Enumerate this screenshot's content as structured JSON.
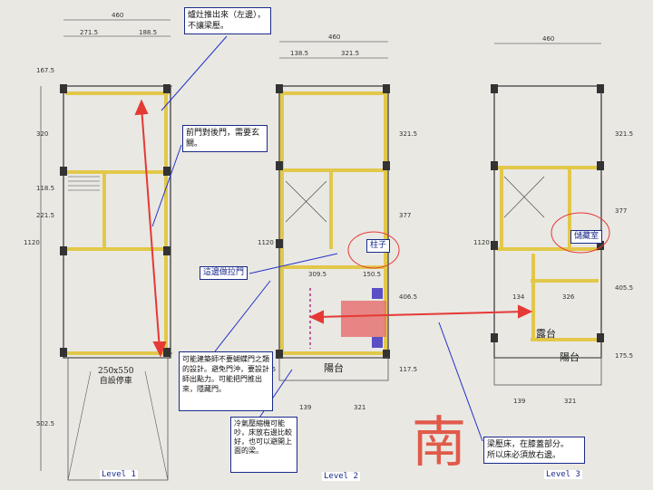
{
  "levels": [
    "Level 1",
    "Level 2",
    "Level 3"
  ],
  "notes": {
    "n_top": "爐灶推出來（左邊），不讓梁壓。",
    "n_door": "前門對後門，需要玄關。",
    "n_pillar": "柱子",
    "n_slide": "這邊做拉門",
    "n_storage": "儲藏室",
    "n_arch": "可能建築師不要蝴蝶門之類的設計。避免門沖，要設計師出點力。可能把門推出來，隱藏門。",
    "n_ac": "冷氣壓縮機可能吵，床放右邊比較好，也可以避開上面的梁。",
    "n_beam": "梁壓床，在膝蓋部分。\n所以床必須放右邊。"
  },
  "rooms": {
    "balcony2": "陽台",
    "balcony3": "陽台",
    "altar": "露台",
    "parking": "250x550\n自設停車",
    "south": "南"
  },
  "dims": {
    "l1_top": "460",
    "l1_a": "271.5",
    "l1_b": "188.5",
    "l2_top": "460",
    "l2_a": "138.5",
    "l2_b": "321.5",
    "l3_top": "460",
    "l1_side": [
      "167.5",
      "320",
      "118.5",
      "221.5",
      "1120",
      "502.5"
    ],
    "l2_mid": [
      "309.5",
      "150.5"
    ],
    "l2_side": [
      "321.5",
      "377",
      "406.5",
      "117.5",
      "1120",
      "122.5"
    ],
    "l3_side": [
      "321.5",
      "377",
      "405.5",
      "175.5",
      "1120"
    ],
    "l2_bottom": [
      "139",
      "321"
    ],
    "l3_bottom": [
      "139",
      "321"
    ],
    "l3_mid": [
      "134",
      "326"
    ]
  },
  "colors": {
    "wall": "#e2c84a",
    "annotation": "#1a2a8a",
    "red": "#e53935",
    "pillar": "#333333"
  }
}
